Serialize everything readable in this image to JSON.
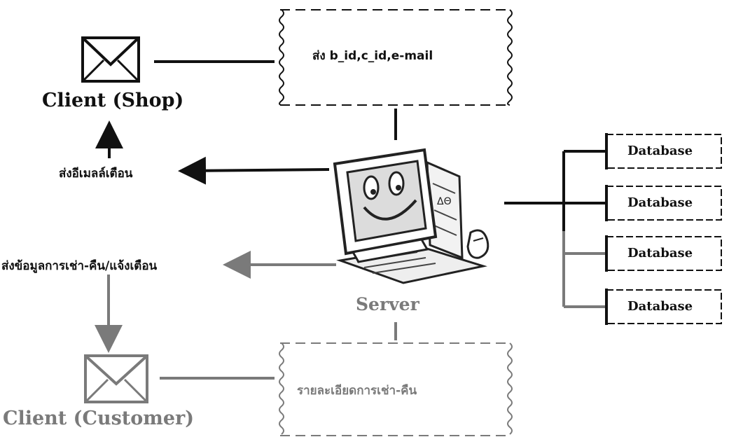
{
  "nodes": {
    "client_shop": {
      "label": "Client (Shop)"
    },
    "client_customer": {
      "label": "Client (Customer)"
    },
    "server": {
      "label": "Server"
    },
    "databases": [
      {
        "label": "Database"
      },
      {
        "label": "Database"
      },
      {
        "label": "Database"
      },
      {
        "label": "Database"
      }
    ]
  },
  "messages": {
    "top_box": "ส่ง b_id,c_id,e-mail",
    "bottom_box": "รายละเอียดการเช่า-คืน",
    "send_email_alert": "ส่งอีเมลล์เตือน",
    "send_rental_info": "ส่งข้อมูลการเช่า-คืน/แจ้งเตือน"
  },
  "colors": {
    "ink": "#111111",
    "faded": "#7a7a7a",
    "screen_fill": "#dcdcdc"
  }
}
